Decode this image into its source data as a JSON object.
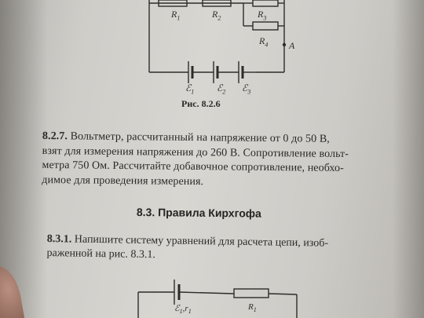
{
  "figure_826": {
    "labels": {
      "R1": "R",
      "R1_sub": "1",
      "R2": "R",
      "R2_sub": "2",
      "R3": "R",
      "R3_sub": "3",
      "R4": "R",
      "R4_sub": "4",
      "A": "A",
      "E1": "ℰ",
      "E1_sub": "1",
      "E2": "ℰ",
      "E2_sub": "2",
      "E3": "ℰ",
      "E3_sub": "3"
    },
    "caption": "Рис. 8.2.6"
  },
  "problem_827": {
    "number": "8.2.7.",
    "line1": "Вольтметр, рассчитанный на напряжение от 0 до 50 В,",
    "line2": "взят для измерения напряжения до 260 В. Сопротивление вольт-",
    "line3": "метра 750 Ом. Рассчитайте добавочное сопротивление, необхо-",
    "line4": "димое для проведения измерения."
  },
  "section": {
    "title": "8.3. Правила Кирхгофа"
  },
  "problem_831": {
    "number": "8.3.1.",
    "line1": "Напишите систему уравнений для расчета цепи, изоб-",
    "line2": "раженной на рис. 8.3.1."
  },
  "figure_831": {
    "labels": {
      "E1": "ℰ",
      "E1_sub": "1",
      "r1": "r",
      "r1_sub": "1",
      "R1": "R",
      "R1_sub": "1"
    }
  }
}
